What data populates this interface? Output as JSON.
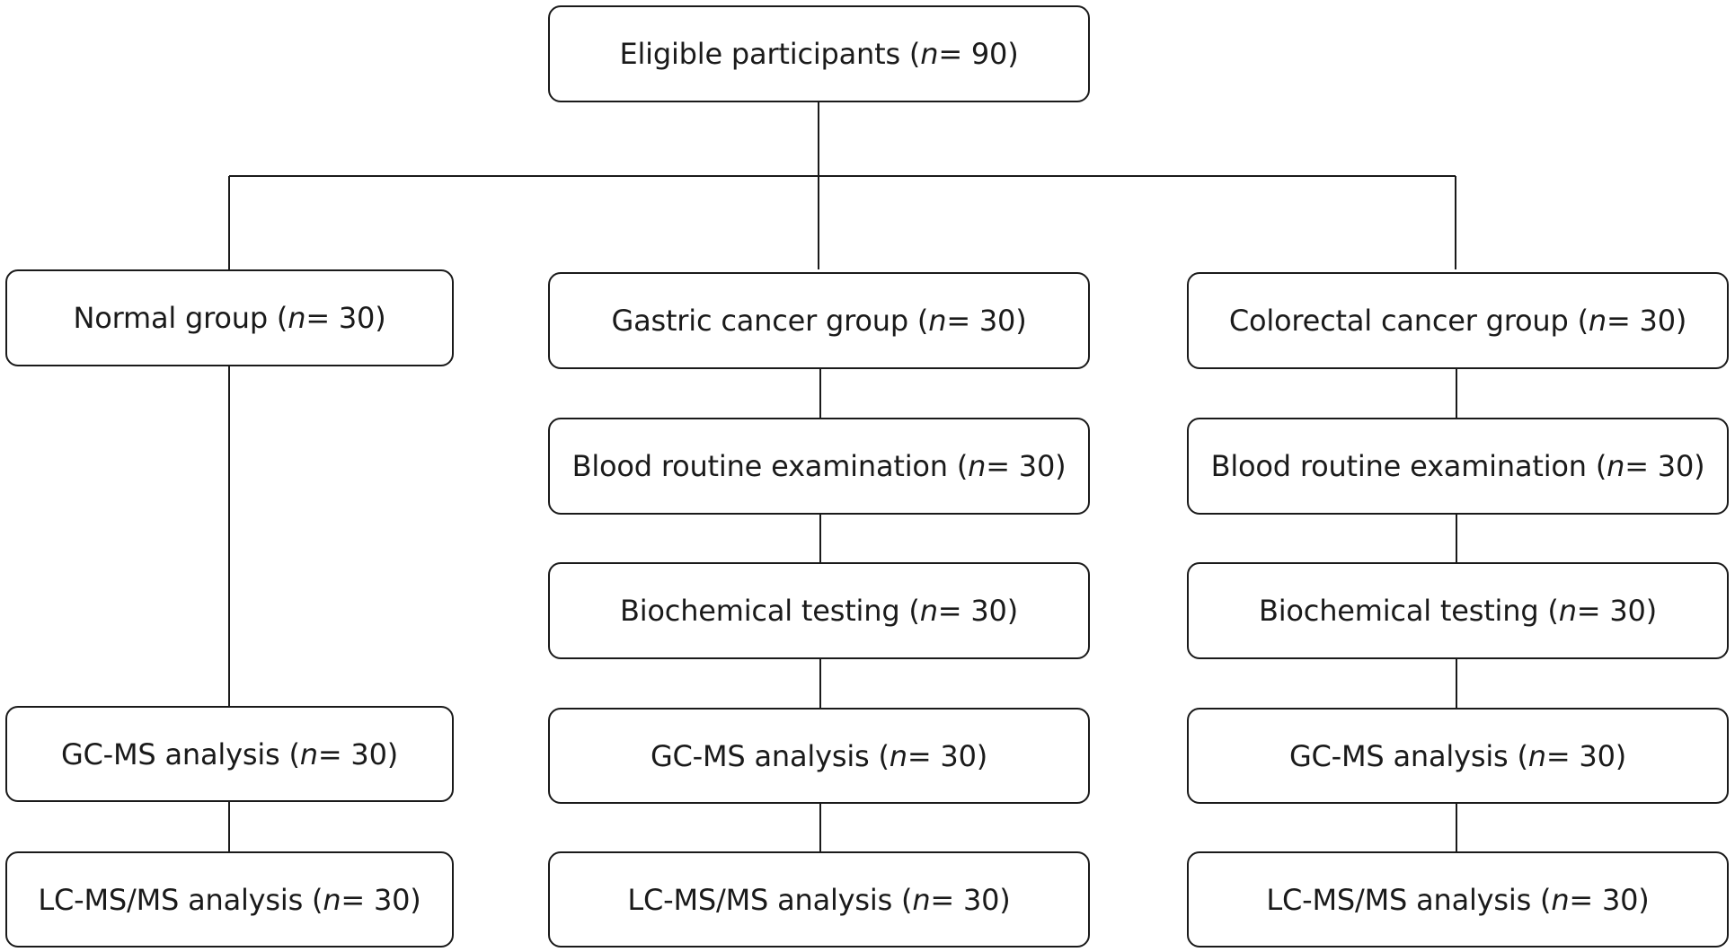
{
  "nodes": {
    "eligible": {
      "label": "Eligible participants (",
      "n": "n",
      "rest": " = 90)"
    },
    "normal": {
      "label": "Normal group (",
      "n": "n",
      "rest": " = 30)"
    },
    "normal_gcms": {
      "label": "GC-MS analysis (",
      "n": "n",
      "rest": " = 30)"
    },
    "normal_lcms": {
      "label": "LC-MS/MS analysis (",
      "n": "n",
      "rest": " = 30)"
    },
    "gastric": {
      "label": "Gastric cancer group (",
      "n": "n",
      "rest": " = 30)"
    },
    "gastric_blood": {
      "label": "Blood routine examination (",
      "n": "n",
      "rest": " = 30)"
    },
    "gastric_biochem": {
      "label": "Biochemical testing (",
      "n": "n",
      "rest": " = 30)"
    },
    "gastric_gcms": {
      "label": "GC-MS analysis (",
      "n": "n",
      "rest": " = 30)"
    },
    "gastric_lcms": {
      "label": "LC-MS/MS analysis (",
      "n": "n",
      "rest": " = 30)"
    },
    "colorectal": {
      "label": "Colorectal cancer group (",
      "n": "n",
      "rest": " = 30)"
    },
    "colorectal_blood": {
      "label": "Blood routine examination (",
      "n": "n",
      "rest": " = 30)"
    },
    "colorectal_biochem": {
      "label": "Biochemical testing (",
      "n": "n",
      "rest": " = 30)"
    },
    "colorectal_gcms": {
      "label": "GC-MS analysis (",
      "n": "n",
      "rest": " = 30)"
    },
    "colorectal_lcms": {
      "label": "LC-MS/MS analysis (",
      "n": "n",
      "rest": " = 30)"
    }
  }
}
